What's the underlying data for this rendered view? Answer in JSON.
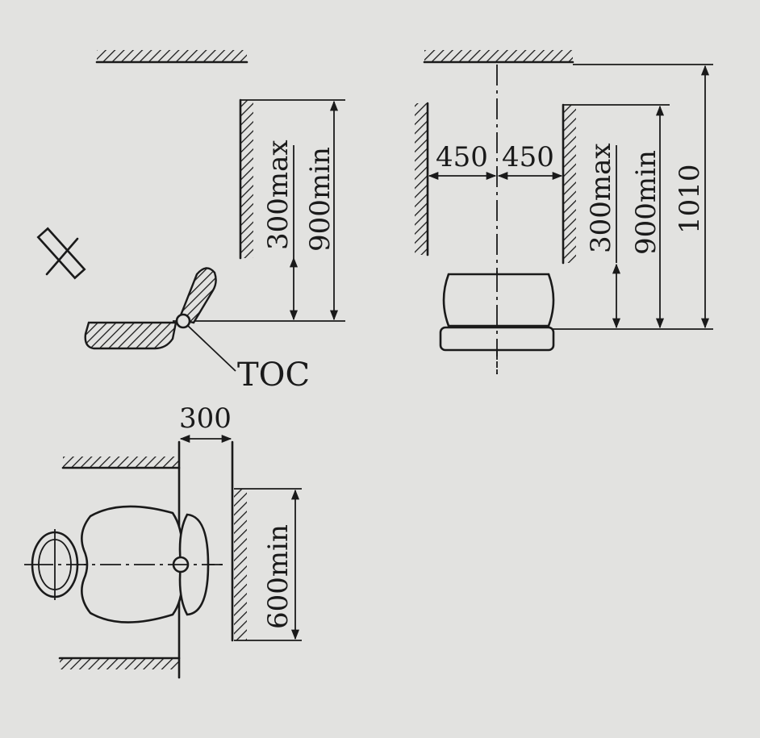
{
  "labels": {
    "side_300max": "300max",
    "side_900min": "900min",
    "toc": "TOC",
    "front_450_left": "450",
    "front_450_right": "450",
    "front_300max": "300max",
    "front_900min": "900min",
    "front_1010": "1010",
    "plan_300": "300",
    "plan_600min": "600min"
  },
  "colors": {
    "background": "#e2e2e0",
    "ink": "#1a1a1a"
  }
}
